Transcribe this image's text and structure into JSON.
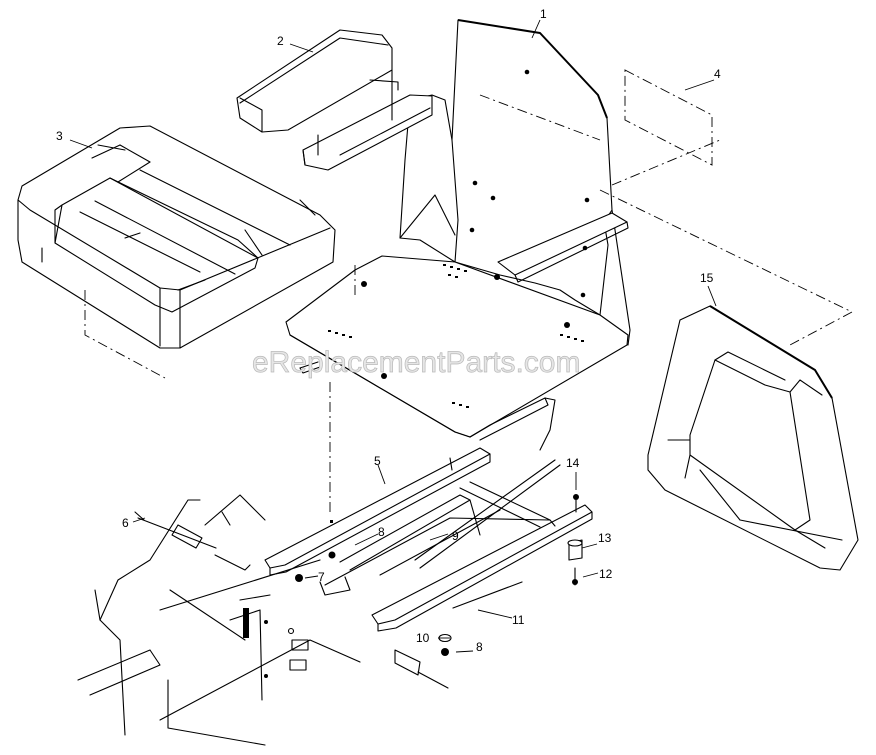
{
  "watermark": "eReplacementParts.com",
  "callouts": {
    "c1": "1",
    "c2": "2",
    "c3": "3",
    "c4": "4",
    "c5": "5",
    "c6": "6",
    "c7": "7",
    "c8a": "8",
    "c8b": "8",
    "c9": "9",
    "c10": "10",
    "c11": "11",
    "c12": "12",
    "c13": "13",
    "c14": "14",
    "c15": "15"
  }
}
